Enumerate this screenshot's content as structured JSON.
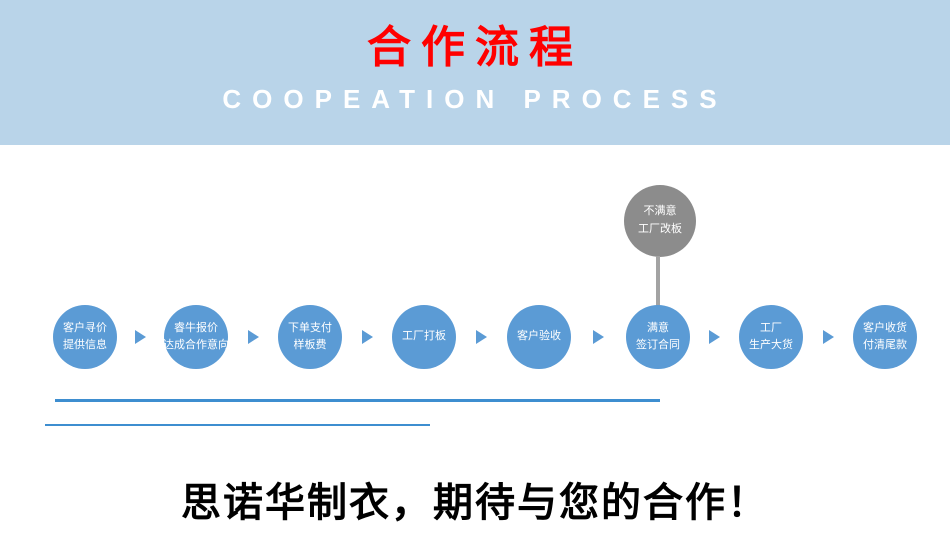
{
  "banner": {
    "title": "合作流程",
    "subtitle": "COOPEATION PROCESS",
    "title_color": "#ff0000",
    "subtitle_color": "#ffffff",
    "bg_color": "#b9d4e9"
  },
  "flow": {
    "circle_color": "#5b9bd5",
    "alt_circle_color": "#8c8c8c",
    "steps": [
      {
        "line1": "客户寻价",
        "line2": "提供信息"
      },
      {
        "line1": "睿牛报价",
        "line2": "达成合作意向"
      },
      {
        "line1": "下单支付",
        "line2": "样板费"
      },
      {
        "line1": "工厂打板",
        "line2": ""
      },
      {
        "line1": "客户验收",
        "line2": ""
      },
      {
        "line1": "满意",
        "line2": "签订合同"
      },
      {
        "line1": "工厂",
        "line2": "生产大货"
      },
      {
        "line1": "客户收货",
        "line2": "付清尾款"
      }
    ],
    "alt_step": {
      "line1": "不满意",
      "line2": "工厂改板"
    }
  },
  "rules_color": "#3e8ed0",
  "footer": {
    "slogan": "思诺华制衣，期待与您的合作！"
  }
}
